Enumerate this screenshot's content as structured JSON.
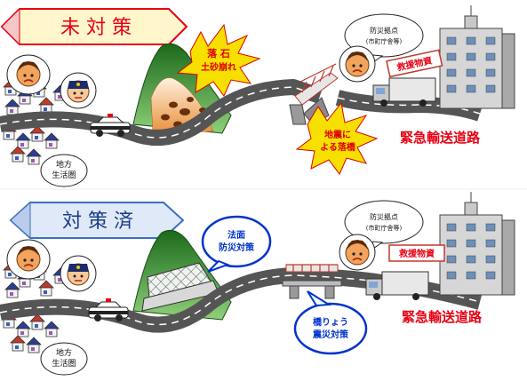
{
  "top": {
    "banner": "未 対 策",
    "rockfall": "落 石\n土砂崩れ",
    "collapse": "地震に\nよる落橋",
    "hq": "防災拠点\n(市町庁舎等)",
    "relief": "救援物資",
    "route": "緊急輸送道路",
    "life_area": "地方\n生活圏"
  },
  "bottom": {
    "banner": "対 策 済",
    "slope": "法面\n防災対策",
    "bridge": "橋りょう\n震災対策",
    "hq": "防災拠点\n(市町庁舎等)",
    "relief": "救援物資",
    "route": "緊急輸送道路",
    "life_area": "地方\n生活圏"
  },
  "colors": {
    "route_red": "#e60012",
    "road": "#666666",
    "banner_top_fill": "#fff6cc",
    "banner_bottom_fill": "#dfe9f7",
    "callout_blue": "#0033cc",
    "burst_fill": "#f7e000"
  }
}
